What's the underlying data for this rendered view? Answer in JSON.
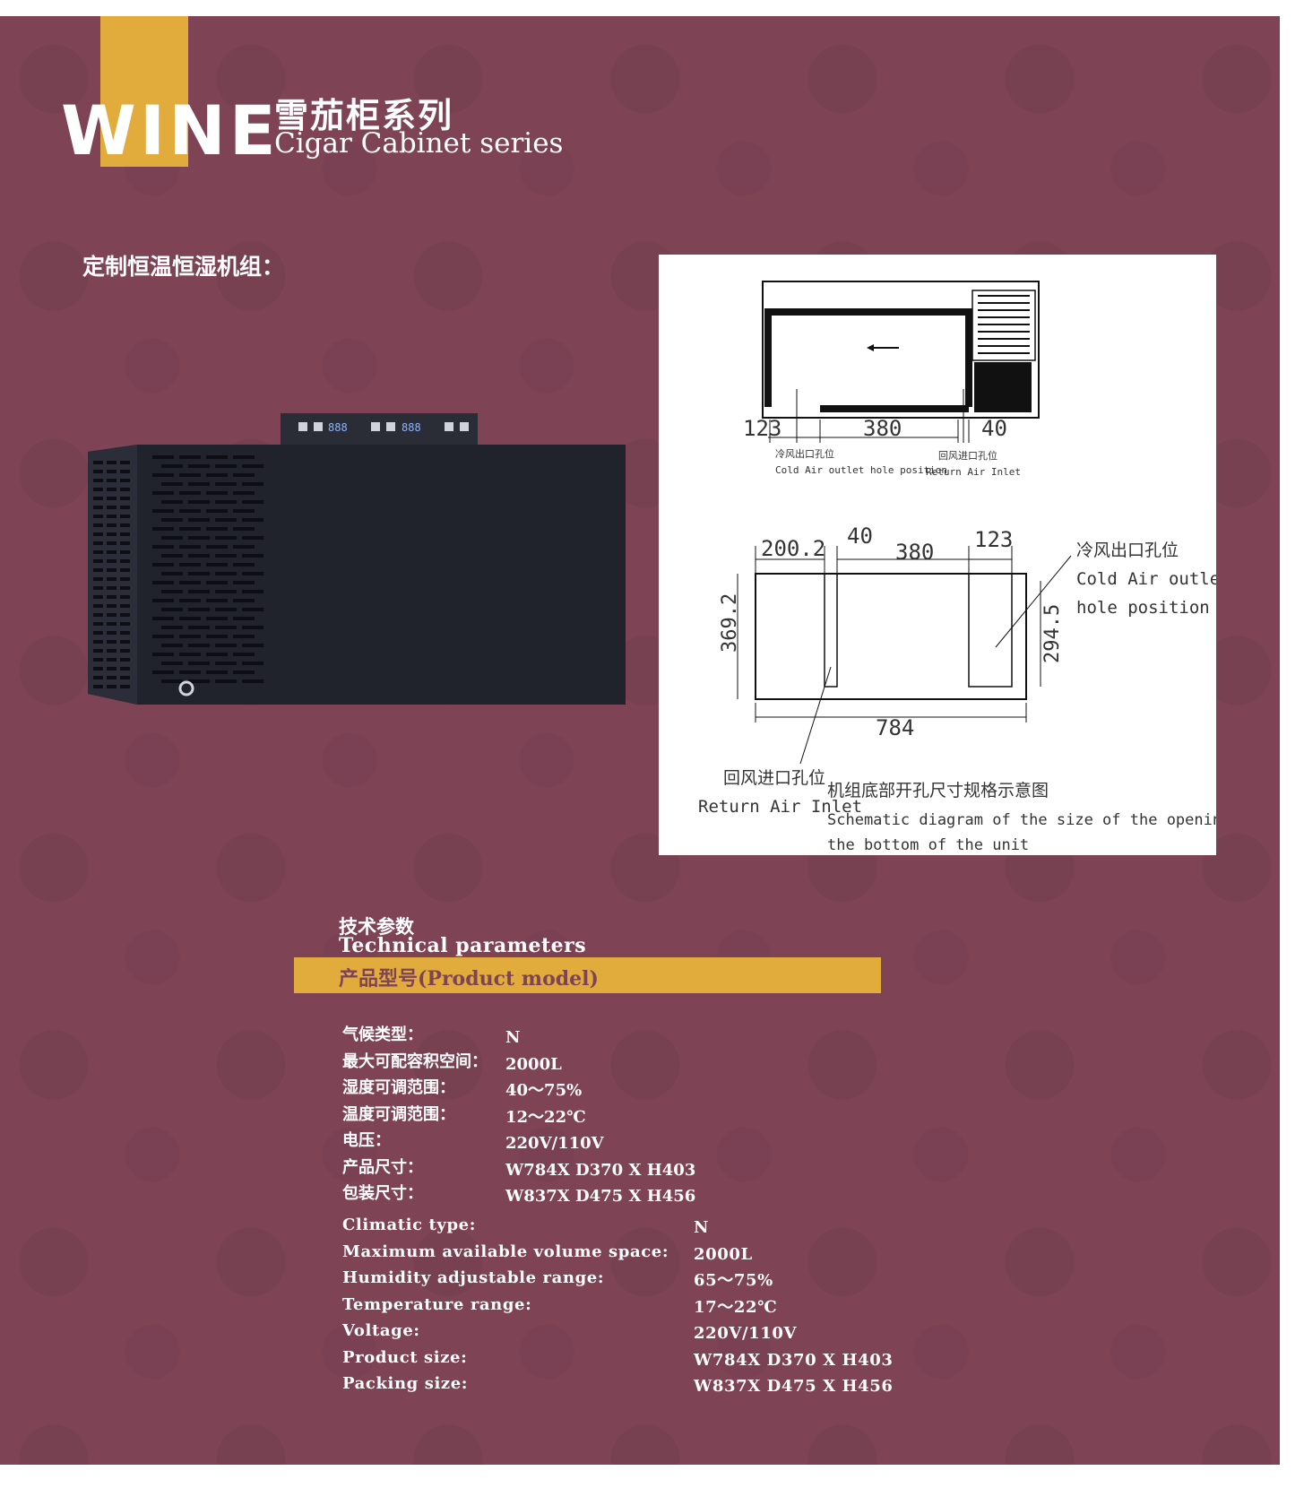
{
  "header": {
    "brand": "WINE",
    "title_cn": "雪茄柜系列",
    "title_en": "Cigar Cabinet series"
  },
  "section": {
    "heading": "定制恒温恒湿机组："
  },
  "unit_panel": {
    "display_left": "888",
    "display_right": "888"
  },
  "diagram": {
    "top": {
      "dim_left": "123",
      "dim_mid": "380",
      "dim_right": "40",
      "label_cold_cn": "冷风出口孔位",
      "label_cold_en": "Cold Air outlet hole position",
      "label_return_cn": "回风进口孔位",
      "label_return_en": "Return Air Inlet"
    },
    "bottom": {
      "dim_200": "200.2",
      "dim_40": "40",
      "dim_380": "380",
      "dim_123": "123",
      "dim_369": "369.2",
      "dim_294": "294.5",
      "dim_784": "784",
      "cold_cn": "冷风出口孔位",
      "cold_en_1": "Cold Air outlet",
      "cold_en_2": "hole position",
      "return_cn": "回风进口孔位",
      "return_en": "Return Air Inlet",
      "caption_cn": "机组底部开孔尺寸规格示意图",
      "caption_en_1": "Schematic diagram of the size of the opening at",
      "caption_en_2": "the bottom of the unit"
    }
  },
  "tech": {
    "title_cn": "技术参数",
    "title_en": "Technical parameters",
    "model_label": "产品型号(Product model)"
  },
  "specs_cn": [
    {
      "label": "气候类型：",
      "value": "N"
    },
    {
      "label": "最大可配容积空间：",
      "value": "2000L"
    },
    {
      "label": "湿度可调范围：",
      "value": "40～75%"
    },
    {
      "label": "温度可调范围：",
      "value": "12～22℃"
    },
    {
      "label": "电压：",
      "value": "220V/110V"
    },
    {
      "label": "产品尺寸：",
      "value": "W784X D370 X H403"
    },
    {
      "label": "包装尺寸：",
      "value": "W837X D475 X H456"
    }
  ],
  "specs_en": [
    {
      "label": "Climatic type:",
      "value": "N"
    },
    {
      "label": "Maximum available volume space:",
      "value": "2000L"
    },
    {
      "label": "Humidity adjustable range:",
      "value": "65～75%"
    },
    {
      "label": "Temperature range:",
      "value": "17～22℃"
    },
    {
      "label": "Voltage:",
      "value": "220V/110V"
    },
    {
      "label": "Product size:",
      "value": "W784X D370 X H403"
    },
    {
      "label": "Packing size:",
      "value": "W837X D475 X H456"
    }
  ],
  "colors": {
    "background": "#7e4456",
    "accent": "#e2ac3c"
  }
}
